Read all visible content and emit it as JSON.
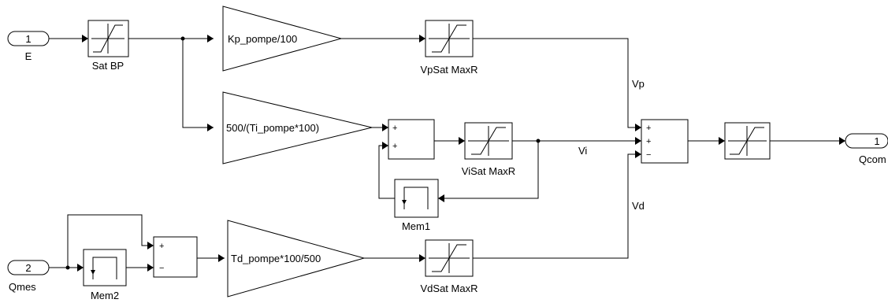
{
  "ports": {
    "in1": {
      "number": "1",
      "label": "E"
    },
    "in2": {
      "number": "2",
      "label": "Qmes"
    },
    "out1": {
      "number": "1",
      "label": "Qcom"
    }
  },
  "blocks": {
    "sat_bp": "Sat BP",
    "kp_gain": "Kp_pompe/100",
    "vpsat": "VpSat MaxR",
    "ti_gain": "500/(Ti_pompe*100)",
    "visat": "ViSat MaxR",
    "mem1": "Mem1",
    "mem2": "Mem2",
    "td_gain": "Td_pompe*100/500",
    "vdsat": "VdSat MaxR"
  },
  "signals": {
    "vp": "Vp",
    "vi": "Vi",
    "vd": "Vd"
  },
  "signs": {
    "sum_i": [
      "+",
      "+"
    ],
    "sum_main": [
      "+",
      "+",
      "−"
    ],
    "sum_d": [
      "+",
      "−"
    ]
  }
}
